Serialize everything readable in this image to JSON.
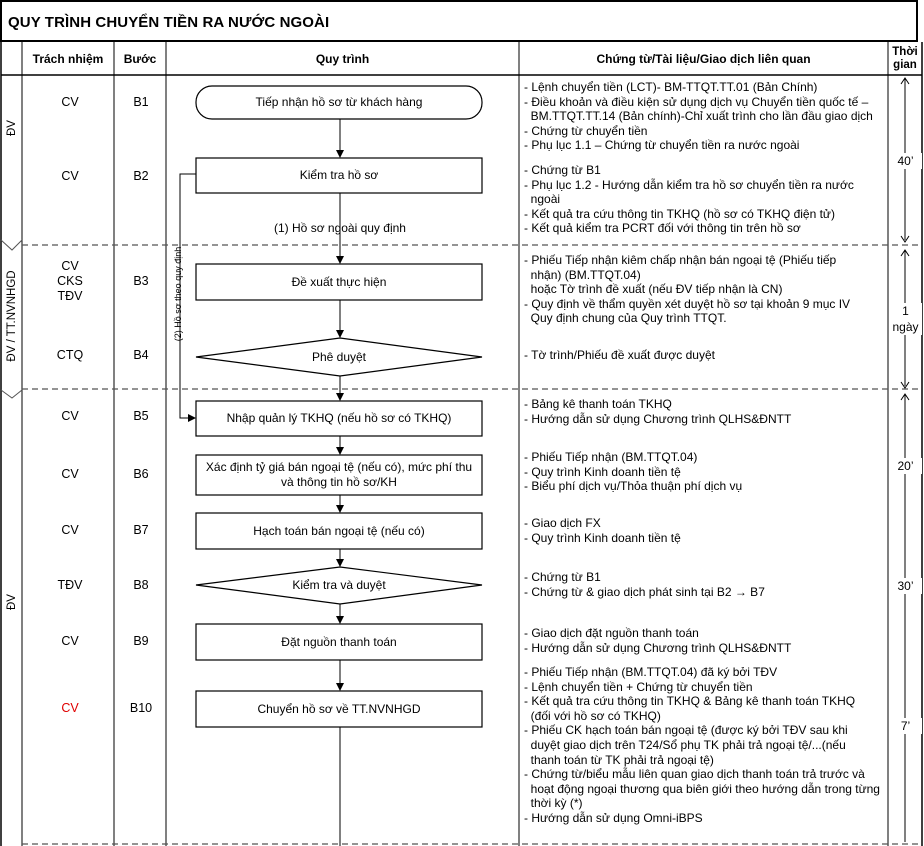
{
  "title": "QUY TRÌNH CHUYỂN TIỀN RA NƯỚC NGOÀI",
  "headers": {
    "responsibility": "Trách nhiệm",
    "step": "Bước",
    "process": "Quy trình",
    "documents": "Chứng từ/Tài liệu/Giao dịch liên quan",
    "time_line1": "Thời",
    "time_line2": "gian"
  },
  "lanes": {
    "lane1": "ĐV",
    "lane2": "ĐV / TT.NVNHGD",
    "lane3": "ĐV"
  },
  "steps": [
    {
      "resp": [
        "CV"
      ],
      "step": "B1",
      "label": [
        "Tiếp nhận hồ sơ từ khách hàng"
      ],
      "shape": "terminal",
      "docs": [
        "- Lệnh chuyển tiền (LCT)- BM-TTQT.TT.01 (Bản Chính)",
        "- Điều khoản và điều kiện sử dụng dịch vụ Chuyển tiền quốc tế –",
        "  BM.TTQT.TT.14 (Bản chính)-Chỉ xuất trình cho lần đầu giao dịch",
        "- Chứng từ chuyển tiền",
        "- Phụ lục 1.1 – Chứng từ chuyển tiền ra nước ngoài"
      ]
    },
    {
      "resp": [
        "CV"
      ],
      "step": "B2",
      "label": [
        "Kiểm tra hồ sơ"
      ],
      "shape": "process",
      "docs": [
        "- Chứng từ B1",
        "- Phụ lục 1.2 - Hướng dẫn kiểm tra hồ sơ chuyển tiền ra nước",
        "  ngoài",
        "- Kết quả tra cứu thông tin TKHQ (hồ sơ có TKHQ điện tử)",
        "- Kết quả kiểm tra PCRT đối với thông tin trên hồ sơ"
      ]
    },
    {
      "resp": [
        "CV",
        "CKS",
        "TĐV"
      ],
      "step": "B3",
      "label": [
        "Đề xuất thực hiện"
      ],
      "shape": "process",
      "docs": [
        "- Phiếu Tiếp nhận kiêm chấp nhận bán ngoại tệ (Phiếu tiếp",
        "  nhận) (BM.TTQT.04)",
        "  hoặc Tờ trình đề xuất (nếu ĐV tiếp nhận là CN)",
        "- Quy định về thẩm quyền xét duyệt hồ sơ tại khoản 9 mục IV",
        "  Quy định chung của Quy trình TTQT."
      ]
    },
    {
      "resp": [
        "CTQ"
      ],
      "step": "B4",
      "label": [
        "Phê duyệt"
      ],
      "shape": "decision",
      "docs": [
        "- Tờ trình/Phiếu đề xuất được duyệt"
      ]
    },
    {
      "resp": [
        "CV"
      ],
      "step": "B5",
      "label": [
        "Nhập quản lý TKHQ (nếu hồ sơ có TKHQ)"
      ],
      "shape": "process",
      "docs": [
        "- Bảng kê thanh toán TKHQ",
        "- Hướng dẫn sử dụng Chương trình QLHS&ĐNTT"
      ]
    },
    {
      "resp": [
        "CV"
      ],
      "step": "B6",
      "label": [
        "Xác định tỷ giá bán ngoại tệ (nếu có), mức phí thu",
        "và thông tin hồ sơ/KH"
      ],
      "shape": "process",
      "docs": [
        "- Phiếu Tiếp nhận (BM.TTQT.04)",
        "- Quy trình Kinh doanh tiền tệ",
        "- Biểu phí dịch vụ/Thỏa thuận phí dịch vụ"
      ]
    },
    {
      "resp": [
        "CV"
      ],
      "step": "B7",
      "label": [
        "Hạch toán bán ngoại tệ (nếu có)"
      ],
      "shape": "process",
      "docs": [
        "- Giao dịch FX",
        "- Quy trình Kinh doanh tiền tệ"
      ]
    },
    {
      "resp": [
        "TĐV"
      ],
      "step": "B8",
      "label": [
        "Kiểm tra và duyệt"
      ],
      "shape": "decision",
      "docs": [
        "- Chứng từ B1",
        "- Chứng từ & giao dịch phát sinh tại B2 → B7"
      ]
    },
    {
      "resp": [
        "CV"
      ],
      "step": "B9",
      "label": [
        "Đặt nguồn thanh toán"
      ],
      "shape": "process",
      "docs": [
        "- Giao dịch đặt nguồn thanh toán",
        "- Hướng dẫn sử dụng Chương trình QLHS&ĐNTT"
      ]
    },
    {
      "resp": [
        "CV"
      ],
      "step": "B10",
      "label": [
        "Chuyển hồ sơ về TT.NVNHGD"
      ],
      "shape": "process",
      "docs": [
        "- Phiếu Tiếp nhận (BM.TTQT.04) đã ký bởi TĐV",
        "- Lệnh chuyển tiền + Chứng từ chuyển tiền",
        "- Kết quả tra cứu thông tin TKHQ & Bảng kê thanh toán TKHQ",
        "  (đối với hồ sơ có TKHQ)",
        "- Phiếu CK hạch toán bán ngoại tệ (được ký bởi TĐV sau khi",
        "  duyệt giao dịch trên T24/Sổ phụ TK phải trả ngoại tệ/...(nếu",
        "  thanh toán từ TK phải trả ngoại tệ)",
        "- Chứng từ/biểu mẫu liên quan giao dịch thanh toán trả trước và",
        "  hoạt động ngoại thương qua biên giới theo hướng dẫn trong từng",
        "  thời kỳ (*)",
        "- Hướng dẫn sử dụng Omni-iBPS"
      ]
    }
  ],
  "branch_labels": {
    "outside_rule": "(1) Hồ sơ ngoài quy định",
    "per_rule": "(2) Hồ sơ theo quy định"
  },
  "times": [
    "40’",
    "1",
    "ngày",
    "20’",
    "30’",
    "7’"
  ],
  "colors": {
    "highlight_red": "#e00000",
    "line": "#000000",
    "dashed": "#555555"
  }
}
